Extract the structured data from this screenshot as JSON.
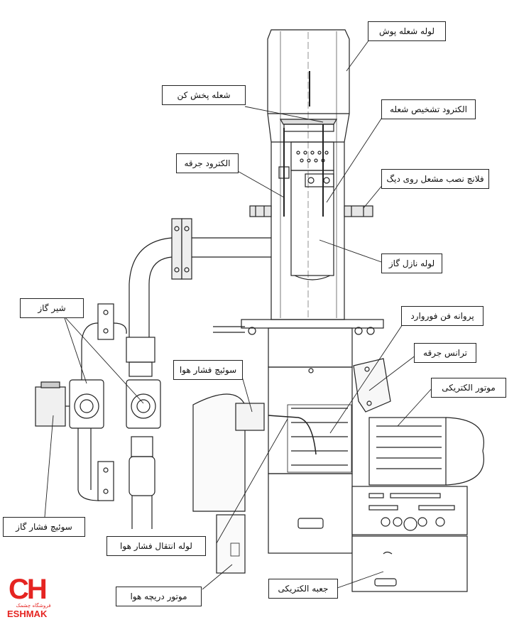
{
  "labels": {
    "flame_tube": "لوله شعله پوش",
    "flame_spreader": "شعله پخش کن",
    "flame_detect_electrode": "الکترود تشخیص شعله",
    "spark_electrode": "الکترود جرقه",
    "boiler_flange": "فلانچ نصب مشعل روی دیگ",
    "nozzle_pipe": "لوله نازل گاز",
    "gas_valve": "شیر گاز",
    "forward_fan": "پروانه فن فوروارد",
    "ignition_transformer": "ترانس جرقه",
    "air_pressure_switch": "سوئیچ فشار هوا",
    "electric_motor": "موتور الکتریکی",
    "gas_pressure_switch": "سوئیچ فشار گاز",
    "air_pressure_pipe": "لوله انتقال فشار هوا",
    "electric_box": "جعبه الکتریکی",
    "air_damper_motor": "موتور دریچه هوا"
  },
  "logo": {
    "mark": "CH",
    "subtitle": "فروشگاه چشمک",
    "name": "ESHMAK"
  },
  "colors": {
    "brand": "#e52421",
    "line": "#222222"
  }
}
